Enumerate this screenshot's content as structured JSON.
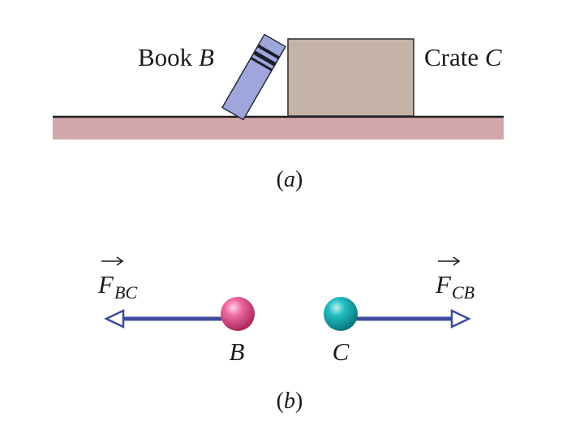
{
  "panel_a": {
    "book_label": {
      "text": "Book ",
      "letter": "B"
    },
    "crate_label": {
      "text": "Crate ",
      "letter": "C"
    },
    "caption": {
      "open": "(",
      "letter": "a",
      "close": ")"
    }
  },
  "panel_b": {
    "force_left": {
      "symbol": "F",
      "subscript": "BC"
    },
    "force_right": {
      "symbol": "F",
      "subscript": "CB"
    },
    "particle_b_label": "B",
    "particle_c_label": "C",
    "caption": {
      "open": "(",
      "letter": "b",
      "close": ")"
    }
  },
  "colors": {
    "floor": "#d4a8ab",
    "floor_line": "#1e1e1e",
    "book": "#9ea6dc",
    "crate": "#c5b3a7",
    "arrow": "#3d4b9c",
    "particle_b": "#d8437e",
    "particle_c": "#16a9ad"
  }
}
